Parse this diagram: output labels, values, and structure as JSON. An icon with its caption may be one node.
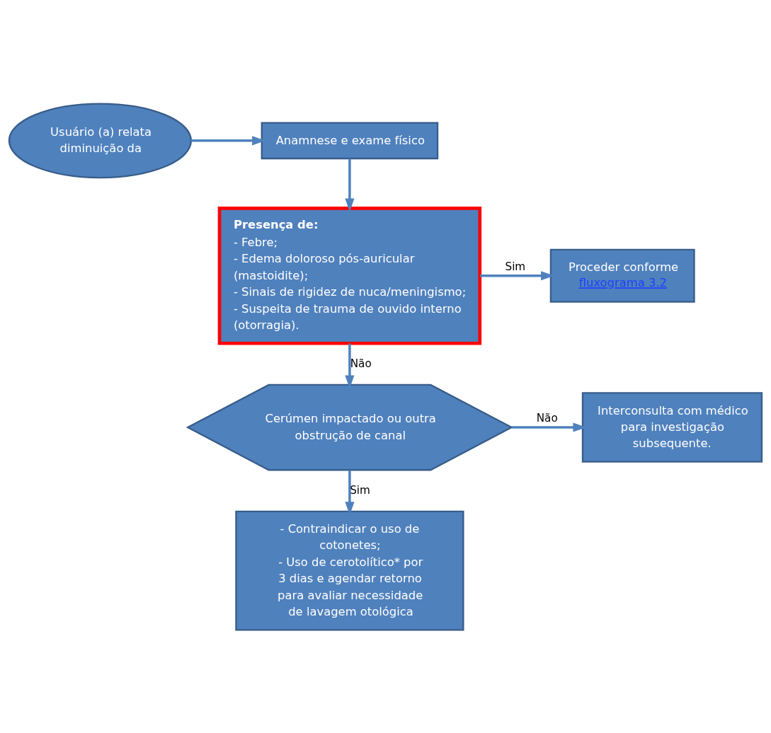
{
  "diagram": {
    "nodes": [
      {
        "text": [
          "Usuário (a) relata diminuição da"
        ]
      },
      {
        "text": [
          "Anamnese e exame físico"
        ]
      },
      {
        "text": [
          "Presença de:",
          "- Febre;",
          "- Edema doloroso pós-auricular (mastoidite);",
          "- Sinais de rigidez de nuca/meningismo;",
          "- Suspeita de trauma de ouvido interno (otorragia)."
        ]
      },
      {
        "text": [
          "Proceder conforme",
          "fluxograma 3.2"
        ]
      },
      {
        "text": [
          "Cerúmen impactado ou outra obstrução de canal"
        ]
      },
      {
        "text": [
          "Interconsulta com médico para investigação subsequente."
        ]
      },
      {
        "text": [
          "- Contraindicar o uso de cotonetes;",
          "- Uso de cerotolítico* por 3 dias e agendar retorno para avaliar necessidade de lavagem otológica"
        ]
      }
    ],
    "edges": [
      {
        "from": 0,
        "to": 1,
        "arrow": "to"
      },
      {
        "from": 1,
        "to": 2,
        "arrow": "to"
      },
      {
        "from": 2,
        "to": 3,
        "arrow": "to",
        "label": "Sim"
      },
      {
        "from": 2,
        "to": 4,
        "arrow": "to",
        "label": "Não"
      },
      {
        "from": 4,
        "to": 5,
        "arrow": "to",
        "label": "Não"
      },
      {
        "from": 4,
        "to": 6,
        "arrow": "to",
        "label": "Sim"
      }
    ]
  }
}
